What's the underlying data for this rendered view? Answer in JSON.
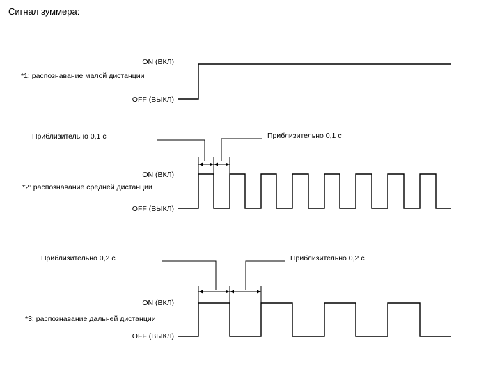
{
  "title": "Сигнал зуммера:",
  "levels": {
    "on": "ON (ВКЛ)",
    "off": "OFF (ВЫКЛ)"
  },
  "signals": [
    {
      "label": "*1: распознавание малой дистанции"
    },
    {
      "label": "*2: распознавание средней дистанции",
      "annotation_left": "Приблизительно 0,1 с",
      "annotation_right": "Приблизительно 0,1 с"
    },
    {
      "label": "*3: распознавание дальней дистанции",
      "annotation_left": "Приблизительно 0,2 с",
      "annotation_right": "Приблизительно 0,2 с"
    }
  ]
}
